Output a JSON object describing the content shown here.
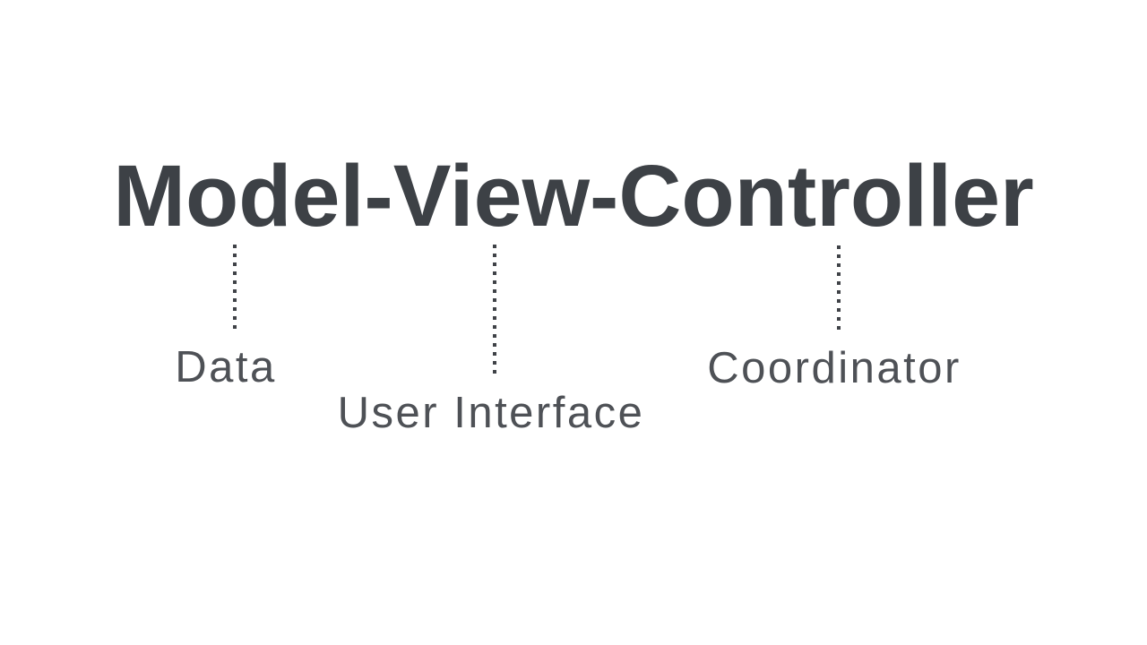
{
  "diagram": {
    "title": "Model-View-Controller",
    "background": "#ffffff",
    "title_color": "#3d4146",
    "label_color": "#4e5156",
    "connector_color": "#3f4247",
    "connector_style": "dotted-vertical",
    "nodes": [
      {
        "term": "Model",
        "label": "Data"
      },
      {
        "term": "View",
        "label": "User Interface"
      },
      {
        "term": "Controller",
        "label": "Coordinator"
      }
    ]
  }
}
